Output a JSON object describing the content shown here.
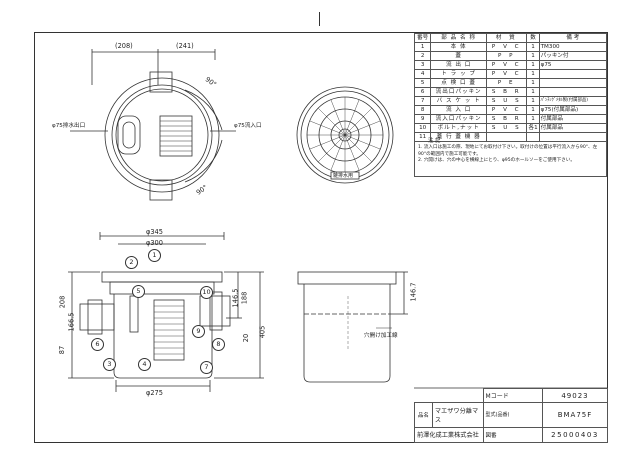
{
  "parts_table": {
    "headers": [
      "番号",
      "部 品 名 称",
      "材 質",
      "数",
      "備 考"
    ],
    "rows": [
      {
        "no": "1",
        "name": "本 体",
        "material": "P V C",
        "qty": "1",
        "remarks": "TM300"
      },
      {
        "no": "2",
        "name": "蓋",
        "material": "P P",
        "qty": "1",
        "remarks": "パッキン付"
      },
      {
        "no": "3",
        "name": "流 出 口",
        "material": "P V C",
        "qty": "1",
        "remarks": "φ75"
      },
      {
        "no": "4",
        "name": "ト ラ ッ プ",
        "material": "P V C",
        "qty": "1",
        "remarks": ""
      },
      {
        "no": "5",
        "name": "点 検 口 蓋",
        "material": "P E",
        "qty": "1",
        "remarks": ""
      },
      {
        "no": "6",
        "name": "流出口パッキン",
        "material": "S B R",
        "qty": "1",
        "remarks": ""
      },
      {
        "no": "7",
        "name": "バ ス ケ ッ ト",
        "material": "S U S",
        "qty": "1",
        "remarks": "ﾊﾟﾝﾁﾝｸﾞﾒﾀﾙ製(付属部品)"
      },
      {
        "no": "8",
        "name": "流 入 口",
        "material": "P V C",
        "qty": "1",
        "remarks": "φ75(付属部品)"
      },
      {
        "no": "9",
        "name": "流入口パッキン",
        "material": "S B R",
        "qty": "1",
        "remarks": "付属部品"
      },
      {
        "no": "10",
        "name": "ボルト,ナット",
        "material": "S U S",
        "qty": "各1",
        "remarks": "付属部品"
      },
      {
        "no": "11",
        "name": "蓋 行 蓋 機 器",
        "material": "",
        "qty": "",
        "remarks": ""
      }
    ]
  },
  "notes": {
    "title": "注 記",
    "items": [
      "1. 流入口は施工の際、現地にてお取付け下さい。取付けの位置は平行流入から90°、左90°の範囲内で施工可能です。",
      "2. 穴開けは、穴の中心を横線上にとり、φ95のホールソーをご使用下さい。"
    ]
  },
  "plan_view": {
    "dim_left": "(208)",
    "dim_right": "(241)",
    "angle_top": "90°",
    "angle_bottom": "90°",
    "outlet_label": "φ75排水出口",
    "inlet_label": "φ75流入口"
  },
  "lid": {
    "badge": "雑排水用"
  },
  "section_view": {
    "d345": "φ345",
    "d300": "φ300",
    "d275": "φ275",
    "h208": "208",
    "h166": "166.5",
    "h87": "87",
    "h146": "146.5",
    "h188": "188",
    "h20": "20",
    "h405": "405",
    "callouts": [
      "1",
      "2",
      "3",
      "4",
      "5",
      "6",
      "7",
      "8",
      "9",
      "10"
    ]
  },
  "side_view": {
    "h146": "146.7",
    "label": "穴開け加工線"
  },
  "title_block": {
    "m_code_label": "Mコード",
    "m_code": "49023",
    "name_label": "品名",
    "product_name": "マエザワ分離マス",
    "model_label": "型式(品番)",
    "model": "BMA75F",
    "company": "前澤化成工業株式会社",
    "drawing_no_label": "図番",
    "drawing_no": "25000403"
  }
}
